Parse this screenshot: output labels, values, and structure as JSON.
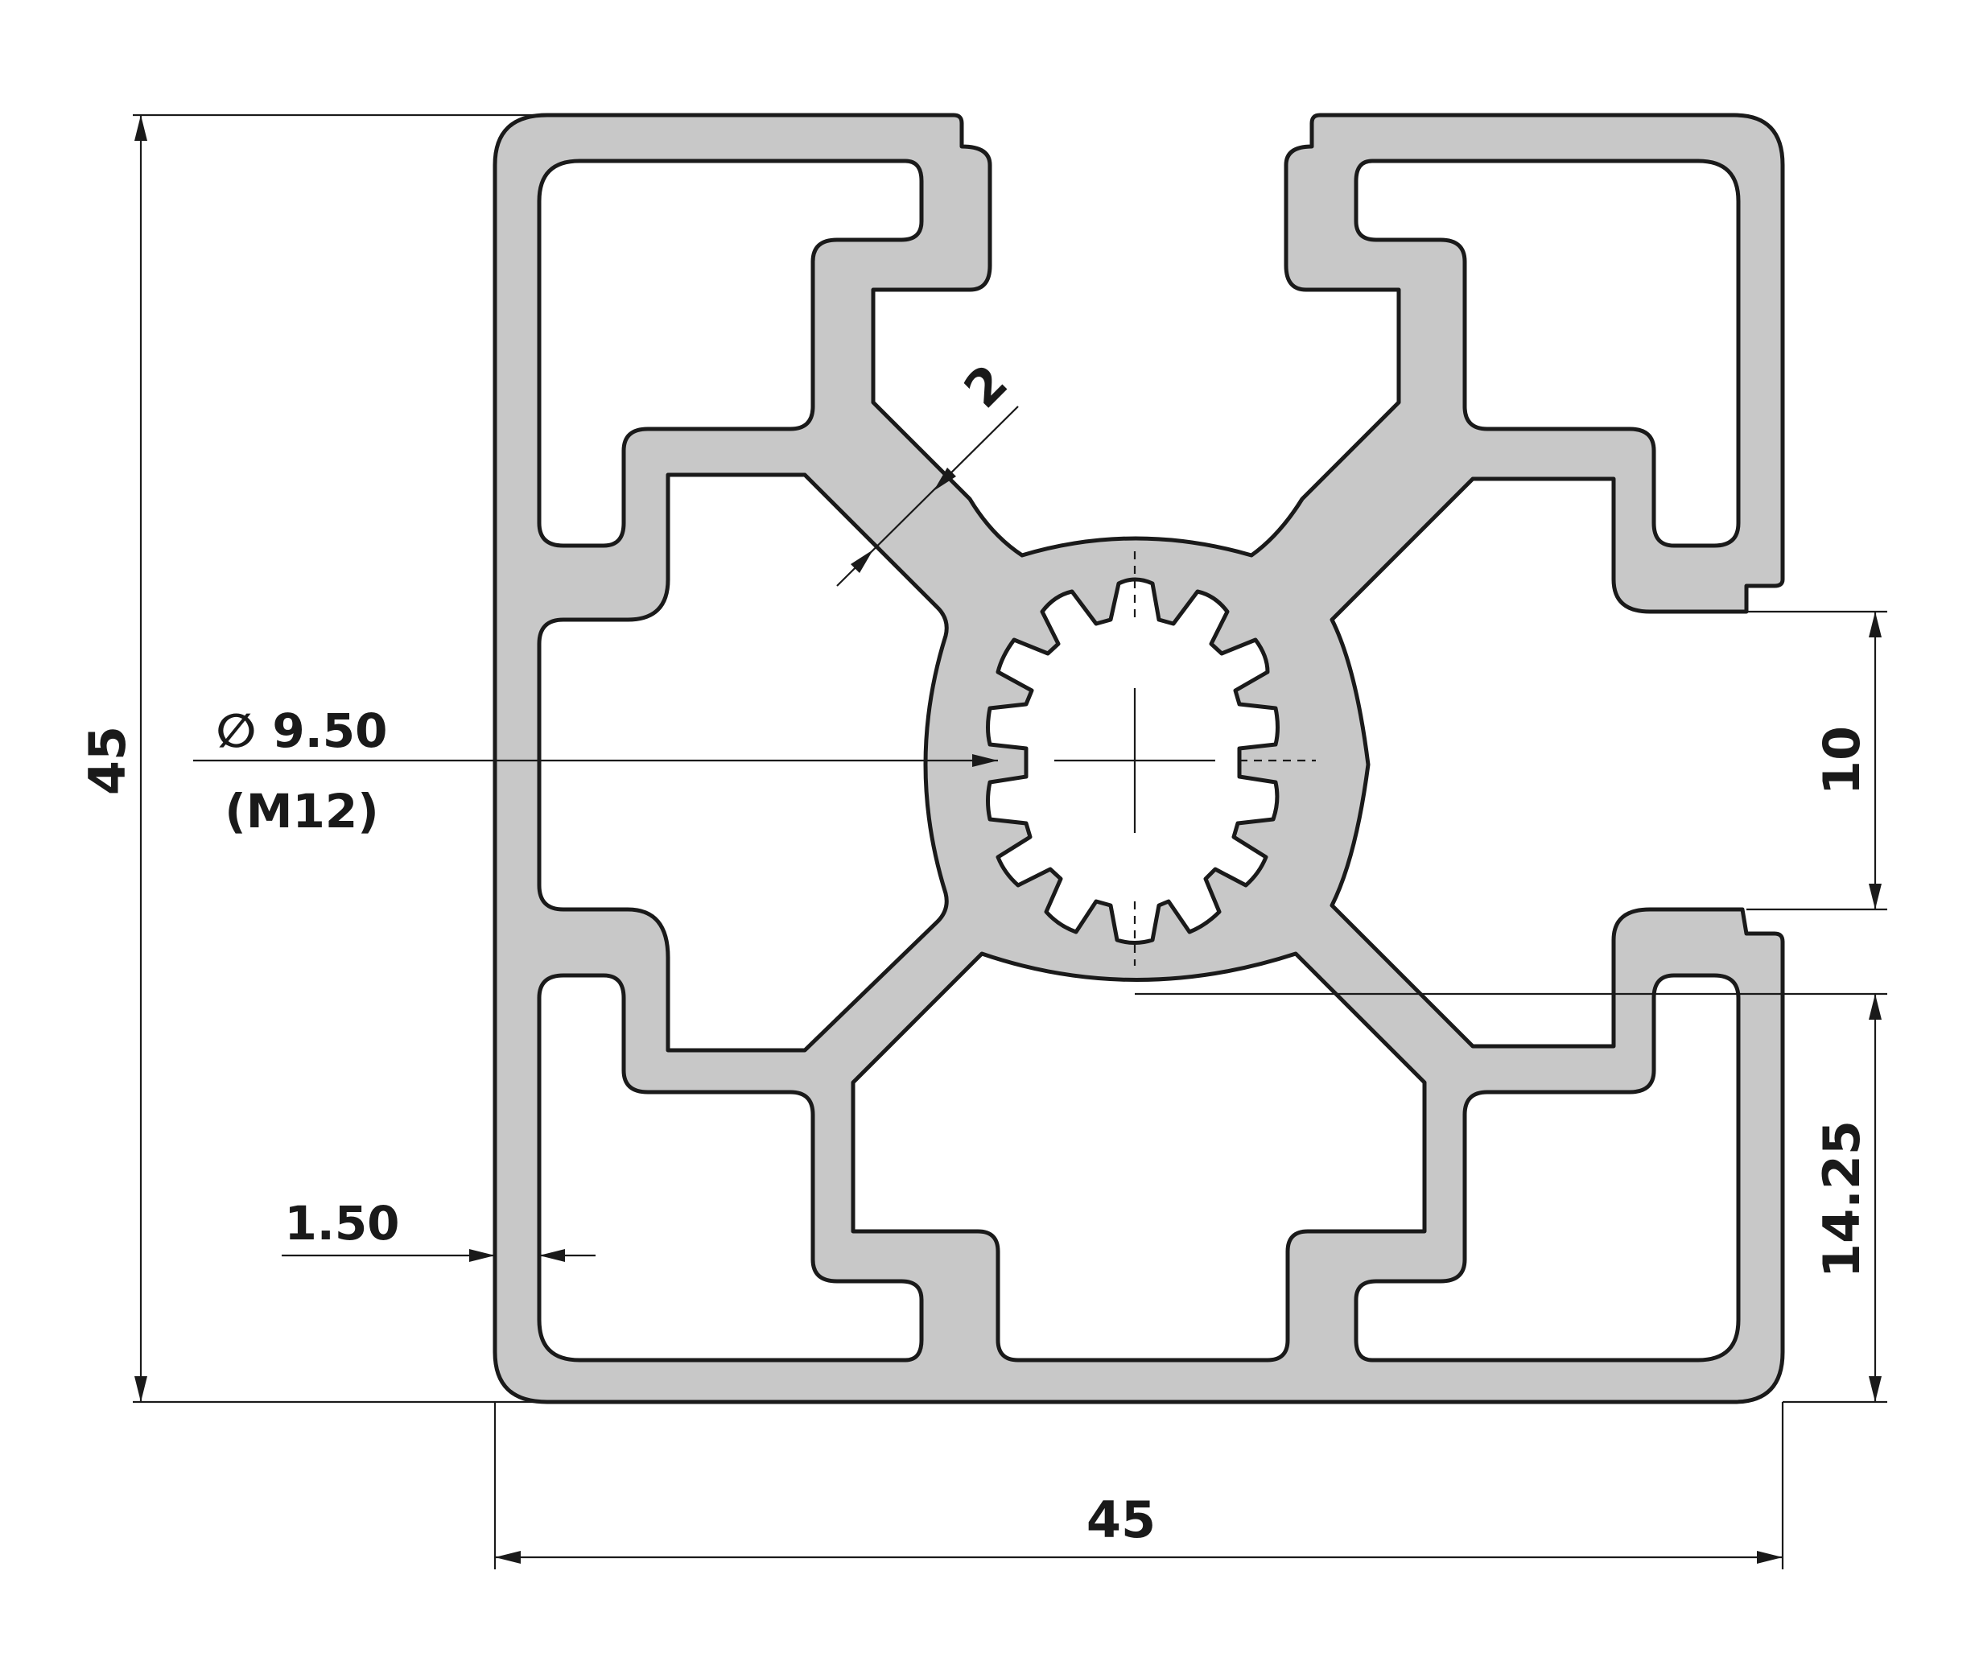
{
  "drawing": {
    "dimensions": {
      "overall_height": "45",
      "overall_width": "45",
      "diagonal_web": "2",
      "center_bore": "∅ 9.50",
      "center_thread": "(M12)",
      "slot_opening": "10",
      "slot_offset": "14.25",
      "wall_thickness": "1.50"
    },
    "colors": {
      "profile_fill": "#c8c8c8",
      "outline": "#1a1a1a",
      "background": "#ffffff"
    }
  }
}
